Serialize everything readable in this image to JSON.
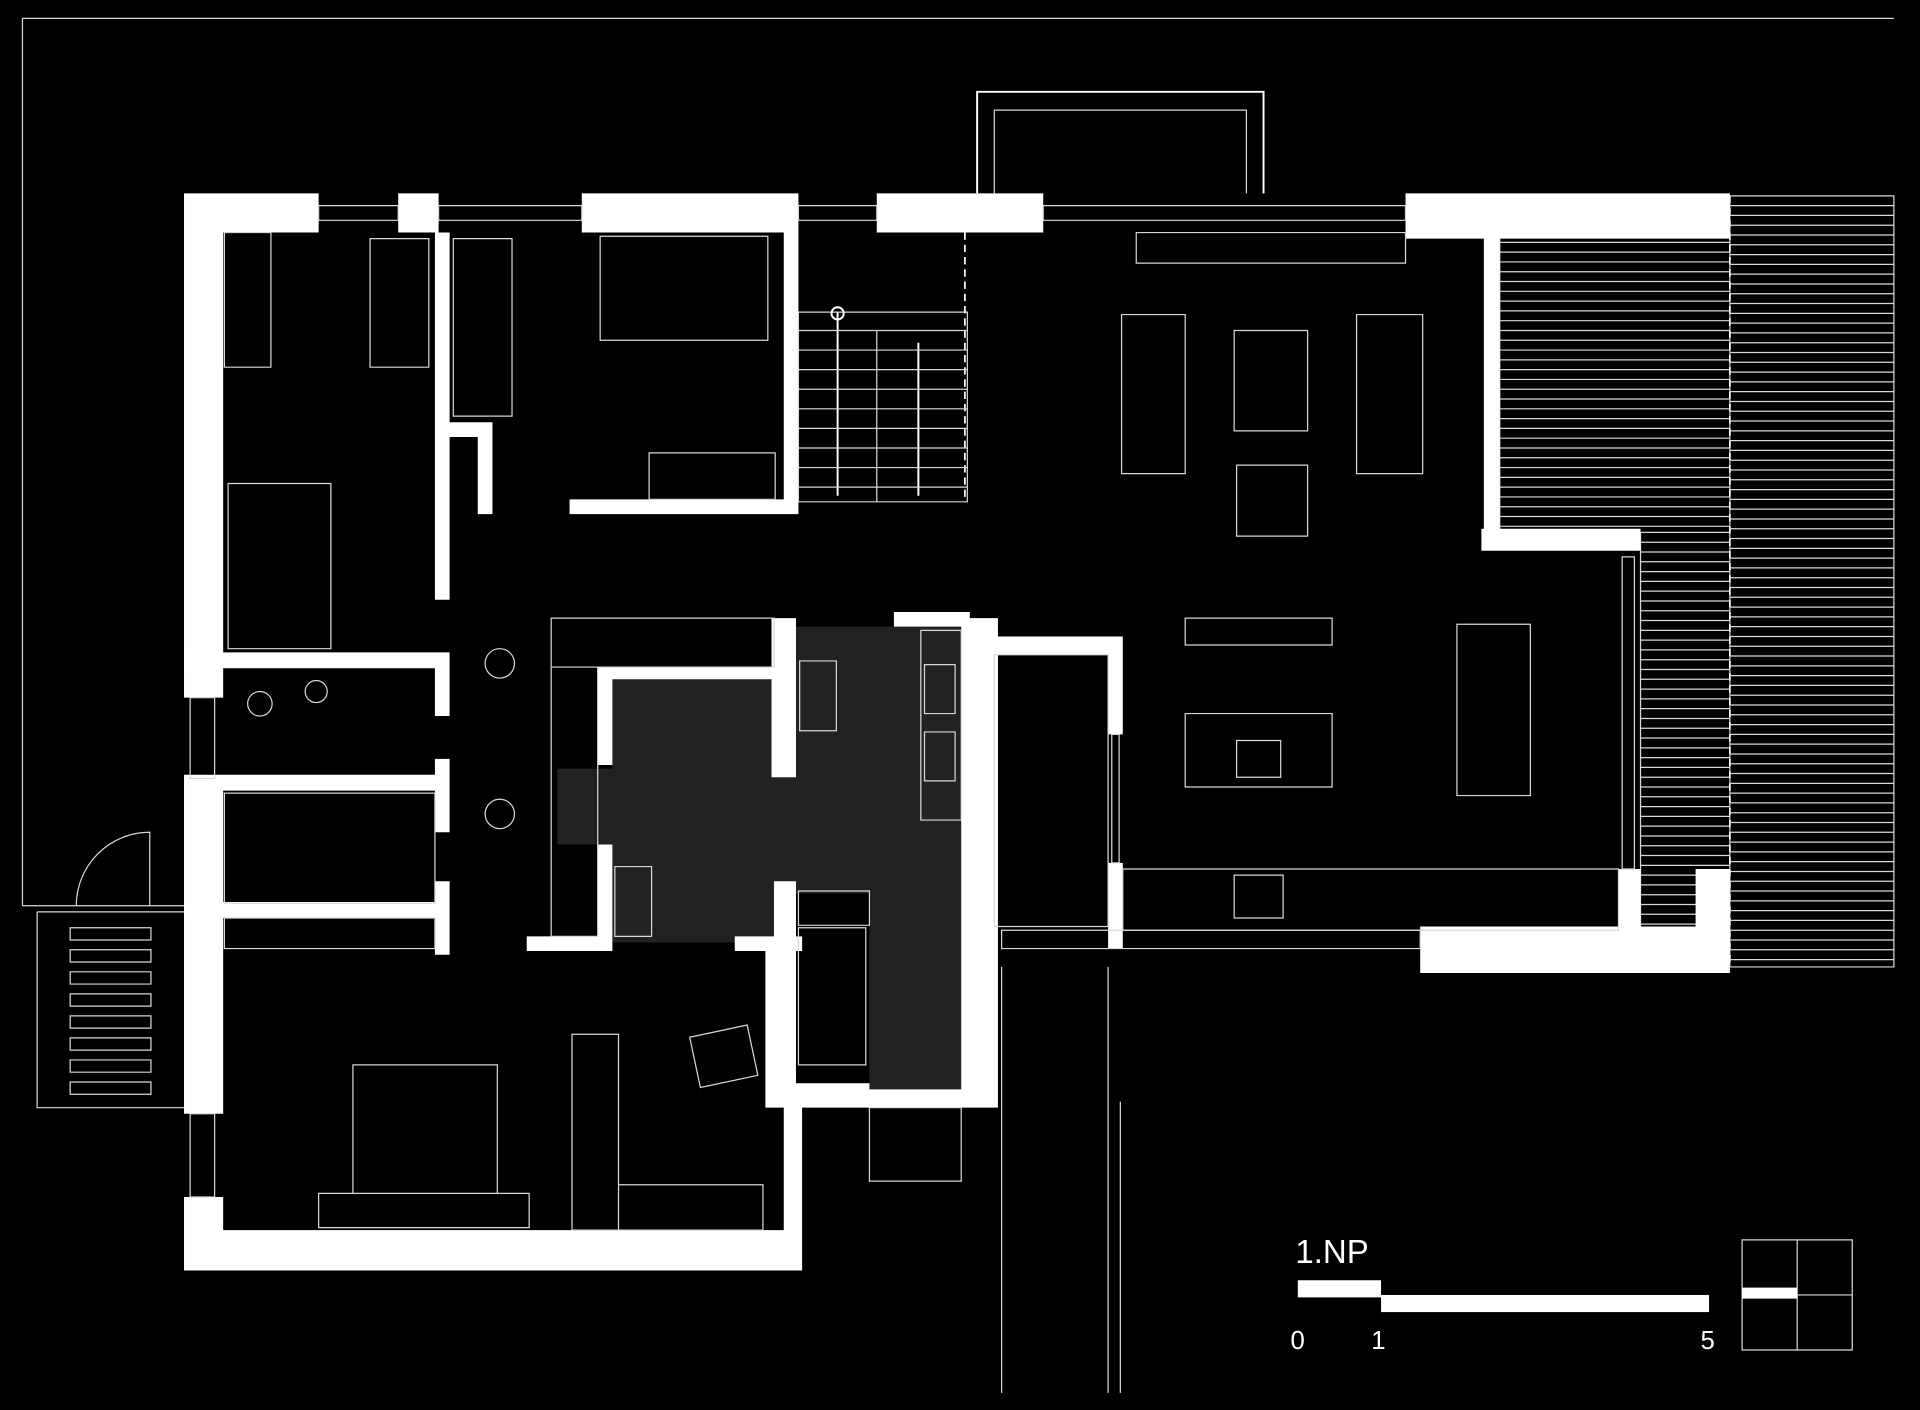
{
  "plan": {
    "floor_label": "1.NP",
    "scale_bar": {
      "ticks": [
        "0",
        "1",
        "5"
      ],
      "unit_marks": [
        0,
        1,
        5
      ]
    },
    "colors": {
      "background": "#000000",
      "walls": "#ffffff",
      "kitchen_floor": "#222222",
      "lines": "#d8d8d8"
    }
  }
}
